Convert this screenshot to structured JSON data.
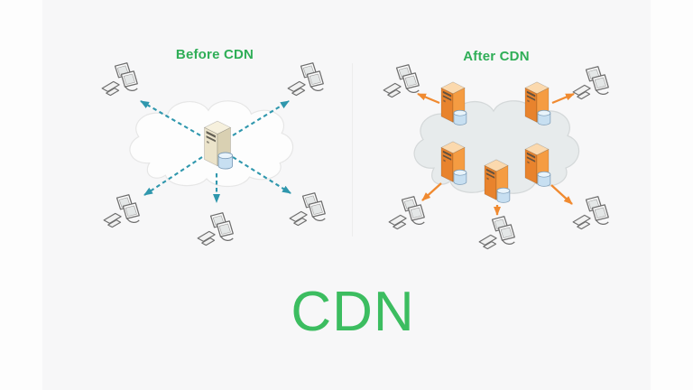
{
  "diagram": {
    "caption": "CDN",
    "panels": {
      "before": {
        "title": "Before CDN",
        "server_type": "origin-server",
        "server_count": 1,
        "client_count": 5,
        "arrow_style": "dashed"
      },
      "after": {
        "title": "After CDN",
        "server_type": "edge-server",
        "server_count": 5,
        "client_count": 5,
        "arrow_style": "solid"
      }
    }
  },
  "colors": {
    "bg": "#f7f7f8",
    "letterbox": "#fdfdfd",
    "title_green": "#2fae57",
    "caption_green": "#3cbd60",
    "teal_arrow": "#2f97ad",
    "orange_arrow": "#f08a30",
    "origin_front": "#ebe3ca",
    "origin_side": "#d9d0b2",
    "origin_top": "#f6f0dd",
    "edge_front": "#e8832d",
    "edge_side": "#f59c42",
    "edge_top": "#fbd9ae",
    "db_body": "#c7dff1",
    "db_top": "#e9f4fb",
    "cloud_left_fill": "#fdfdfd",
    "cloud_left_stroke": "#e6e6e6",
    "cloud_right_fill": "#e7ebec",
    "cloud_right_stroke": "#d4d8d9"
  }
}
